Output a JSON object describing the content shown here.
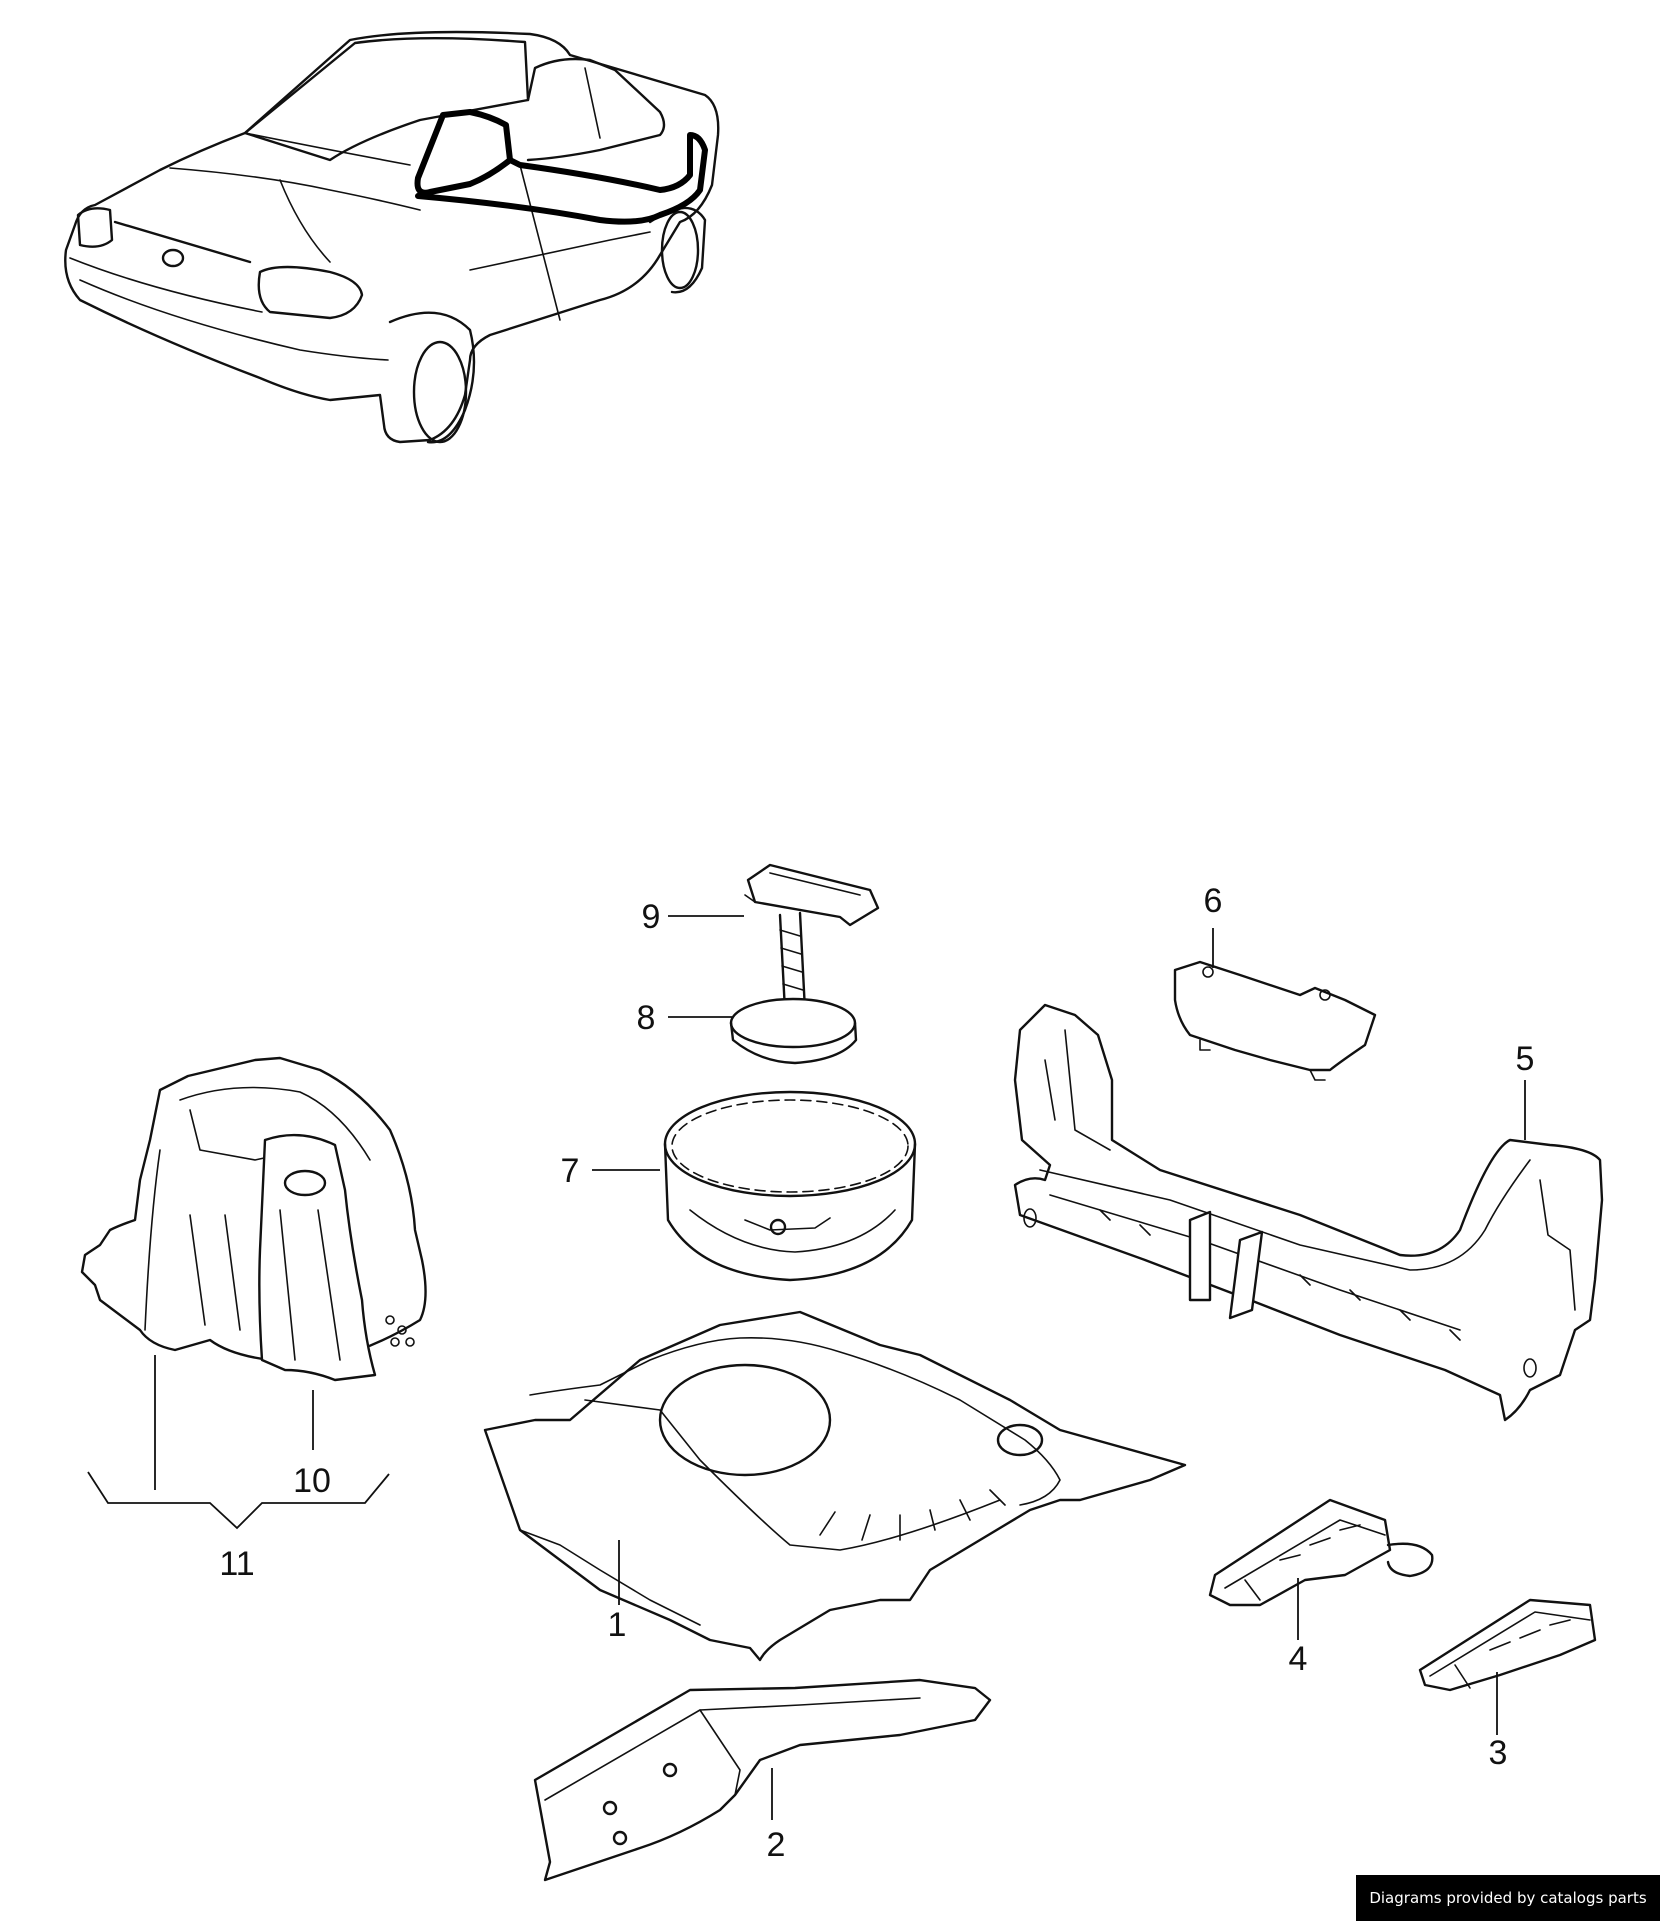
{
  "callouts": [
    {
      "id": "c1",
      "text": "1"
    },
    {
      "id": "c2",
      "text": "2"
    },
    {
      "id": "c3",
      "text": "3"
    },
    {
      "id": "c4",
      "text": "4"
    },
    {
      "id": "c5",
      "text": "5"
    },
    {
      "id": "c6",
      "text": "6"
    },
    {
      "id": "c7",
      "text": "7"
    },
    {
      "id": "c8",
      "text": "8"
    },
    {
      "id": "c9",
      "text": "9"
    },
    {
      "id": "c10",
      "text": "10"
    },
    {
      "id": "c11",
      "text": "11"
    }
  ],
  "credit": "Diagrams provided by catalogs parts"
}
